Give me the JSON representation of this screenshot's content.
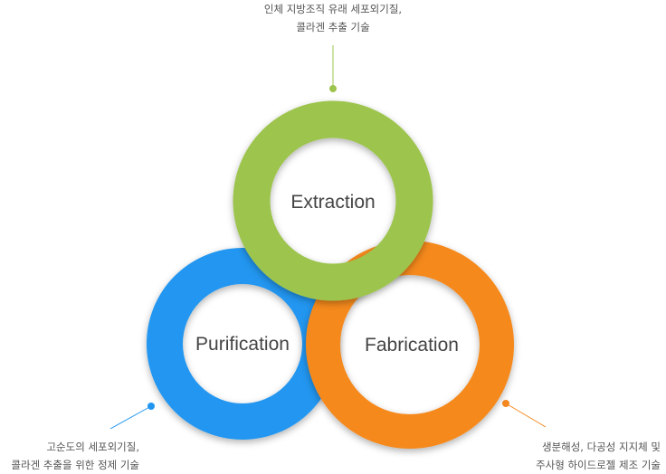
{
  "rings": {
    "extraction": {
      "label": "Extraction",
      "color": "#9dc44d"
    },
    "purification": {
      "label": "Purification",
      "color": "#2196f0"
    },
    "fabrication": {
      "label": "Fabrication",
      "color": "#f5891f"
    }
  },
  "notes": {
    "top": {
      "line1": "인체 지방조직 유래 세포외기질,",
      "line2": "콜라겐 추출 기술"
    },
    "left": {
      "line1": "고순도의 세포외기질,",
      "line2": "콜라겐 추출을 위한 정제 기술"
    },
    "right": {
      "line1": "생분해성, 다공성 지지체 및",
      "line2": "주사형 하이드로젤 제조 기술"
    }
  }
}
